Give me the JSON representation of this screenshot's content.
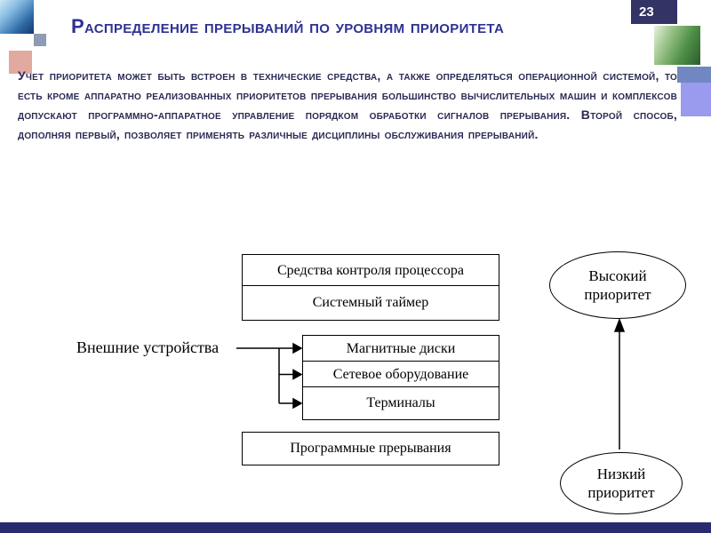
{
  "header": {
    "slide_number": "23",
    "title": "Распределение прерываний по уровням приоритета"
  },
  "body_text": "Учет приоритета может быть встроен в технические средства, а также определяться операционной системой, то есть кроме аппаратно реализованных приоритетов прерывания большинство вычислительных машин и комплексов допускают программно-аппаратное управление порядком обработки сигналов прерывания. Второй способ, дополняя первый, позволяет применять различные дисциплины обслуживания прерываний.",
  "diagram": {
    "left_label": "Внешние устройства",
    "rows": [
      {
        "label": "Средства контроля процессора",
        "indent": false
      },
      {
        "label": "Системный таймер",
        "indent": false
      },
      {
        "label": "Магнитные диски",
        "indent": true
      },
      {
        "label": "Сетевое оборудование",
        "indent": true
      },
      {
        "label": "Терминалы",
        "indent": true
      },
      {
        "label": "Программные прерывания",
        "indent": false
      }
    ],
    "high_priority": "Высокий приоритет",
    "low_priority": "Низкий приоритет"
  },
  "colors": {
    "title": "#2e3192",
    "body_text": "#2a2a55",
    "slide_number_box": "#333366",
    "footer_bar": "#2a2a6e",
    "accent_blue": "#7187c2",
    "accent_purple": "#9a9aee",
    "accent_salmon": "#e2a9a1",
    "accent_gray": "#8d9bb3",
    "diagram_stroke": "#000000"
  }
}
